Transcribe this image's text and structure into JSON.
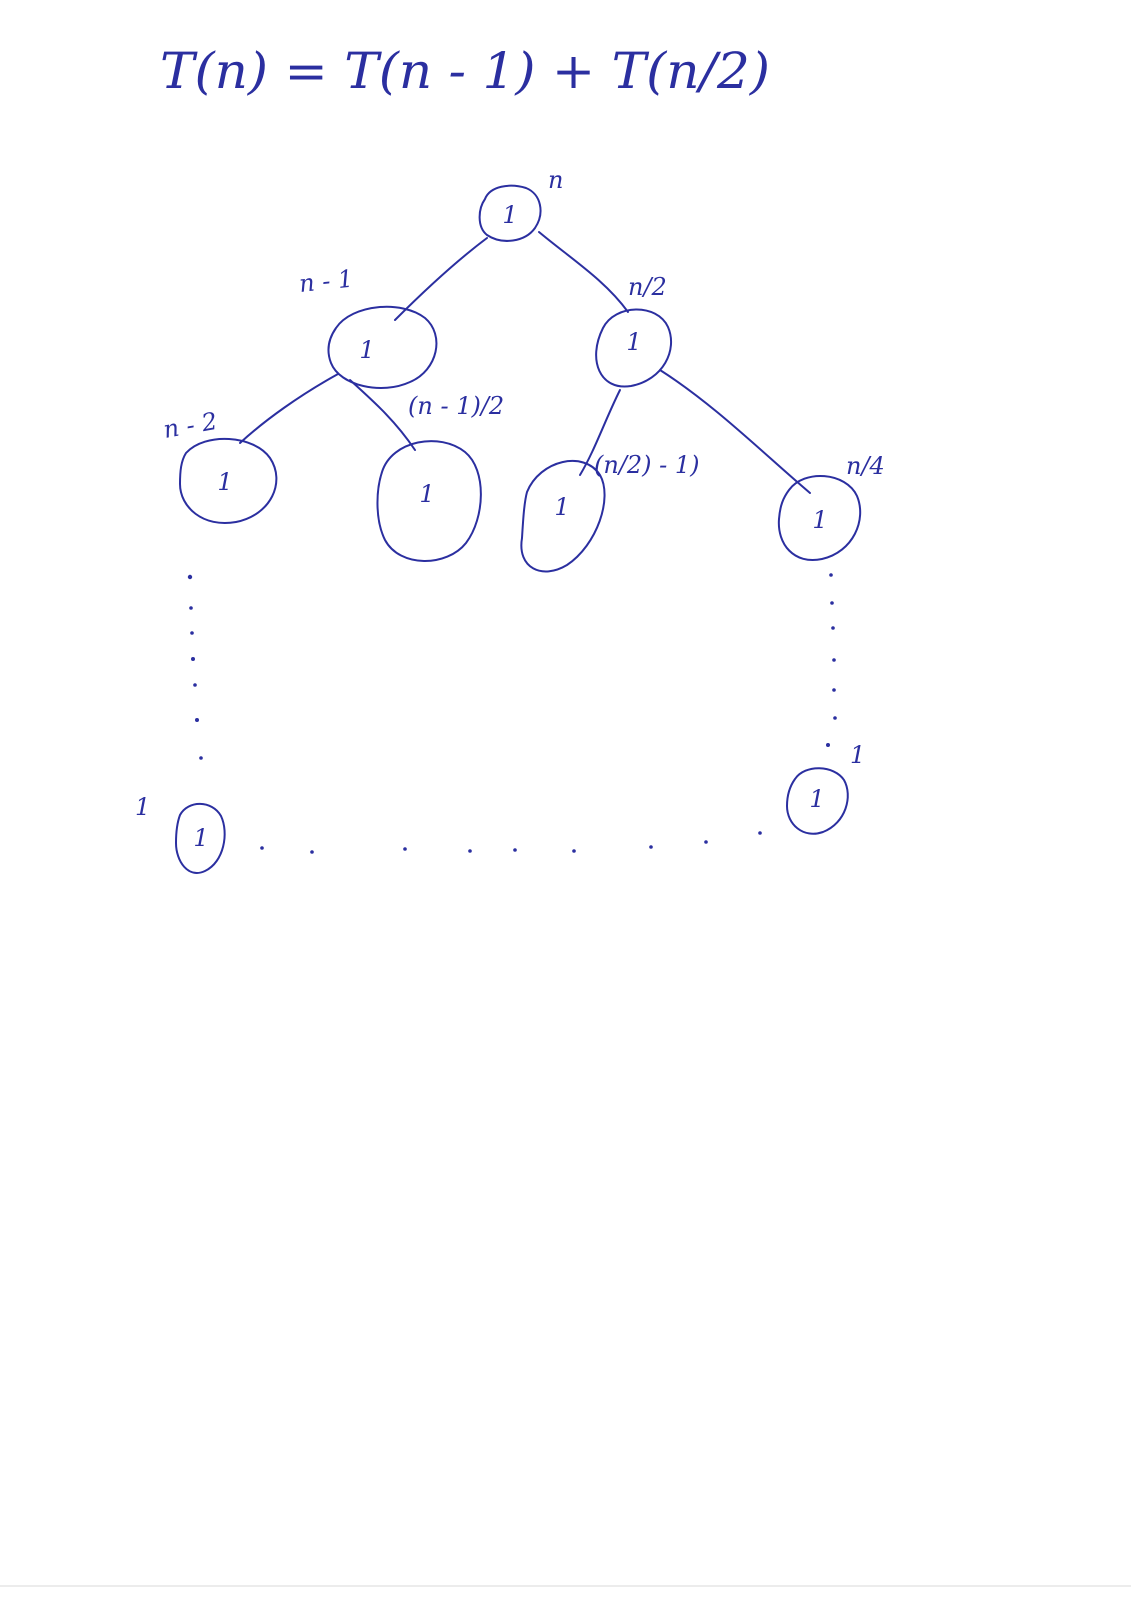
{
  "formula": "T(n) = T(n - 1) + T(n/2)",
  "nodes": {
    "root": {
      "value": "1",
      "label": "n"
    },
    "left": {
      "value": "1",
      "label": "n - 1"
    },
    "right": {
      "value": "1",
      "label": "n/2"
    },
    "left_left": {
      "value": "1",
      "label": "n - 2"
    },
    "left_right": {
      "value": "1",
      "label": "(n - 1)/2"
    },
    "right_left": {
      "value": "1",
      "label": "(n/2) - 1)"
    },
    "right_right": {
      "value": "1",
      "label": "n/4"
    },
    "bottom_left": {
      "value": "1",
      "label": "1"
    },
    "bottom_right": {
      "value": "1",
      "label": "1"
    }
  }
}
